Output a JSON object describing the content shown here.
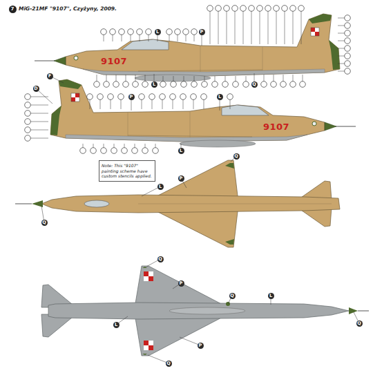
{
  "diagram": {
    "title": "MiG-21MF \"9107\", Czyżyny, 2009.",
    "nodes": [
      {
        "text": [
          "Note: This \"9107\" painting scheme have custom stencils applied."
        ]
      }
    ],
    "labels": [
      "7",
      "9107",
      "9107",
      "L",
      "P",
      "L",
      "Q",
      "F",
      "D",
      "P",
      "L",
      "L",
      "Q",
      "P",
      "L",
      "Q",
      "Q",
      "P",
      "Q",
      "L",
      "L",
      "P",
      "Q",
      "Q"
    ]
  }
}
